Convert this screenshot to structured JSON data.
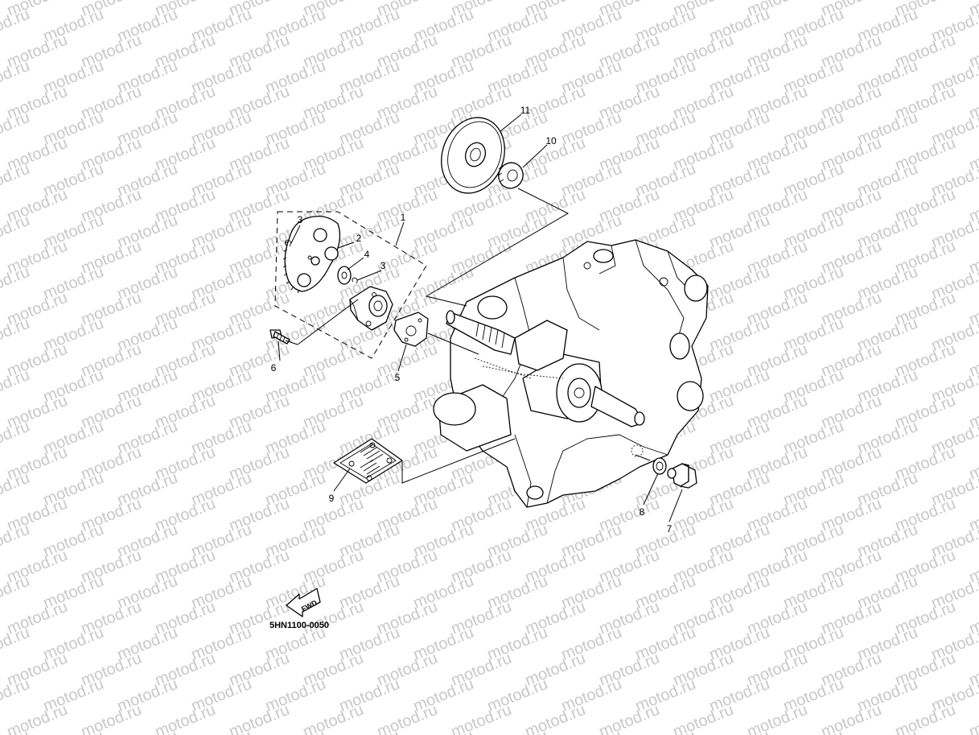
{
  "watermark": {
    "text": "motod.ru"
  },
  "diagram_code": "5HN1100-0050",
  "fwd_label": "FWD",
  "callouts": [
    {
      "id": "1",
      "label": "1"
    },
    {
      "id": "2",
      "label": "2"
    },
    {
      "id": "3a",
      "label": "3"
    },
    {
      "id": "3b",
      "label": "3"
    },
    {
      "id": "4",
      "label": "4"
    },
    {
      "id": "5",
      "label": "5"
    },
    {
      "id": "6",
      "label": "6"
    },
    {
      "id": "7",
      "label": "7"
    },
    {
      "id": "8",
      "label": "8"
    },
    {
      "id": "9",
      "label": "9"
    },
    {
      "id": "10",
      "label": "10"
    },
    {
      "id": "11",
      "label": "11"
    }
  ]
}
